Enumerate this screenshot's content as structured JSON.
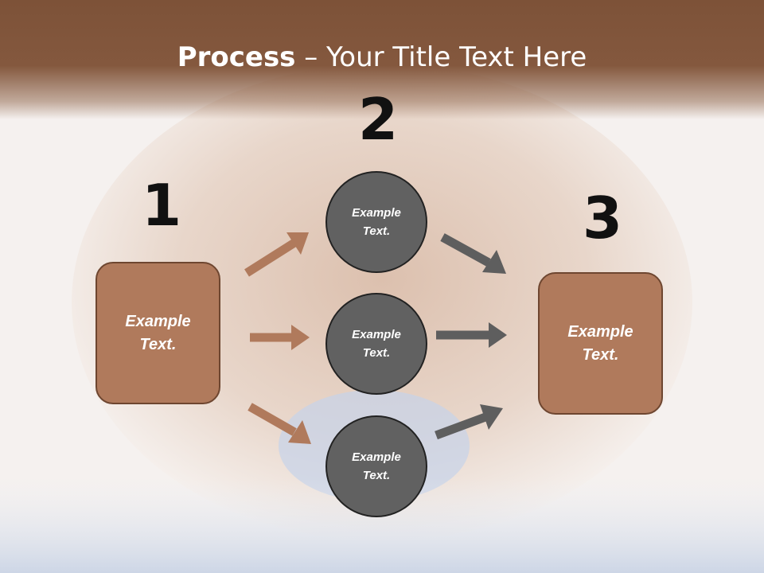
{
  "slide": {
    "title_bold": "Process",
    "title_rest": " – Your Title Text Here"
  },
  "steps": {
    "number_1": "1",
    "number_2": "2",
    "number_3": "3"
  },
  "nodes": {
    "left_box": {
      "line1": "Example",
      "line2": "Text."
    },
    "circle_top": {
      "line1": "Example",
      "line2": "Text."
    },
    "circle_middle": {
      "line1": "Example",
      "line2": "Text."
    },
    "circle_bottom": {
      "line1": "Example",
      "line2": "Text."
    },
    "right_box": {
      "line1": "Example",
      "line2": "Text."
    }
  },
  "colors": {
    "header": "#84583e",
    "box_fill": "#b07a5c",
    "box_border": "#6e4630",
    "circle_fill": "#616161",
    "left_arrows": "#b07a5c",
    "right_arrows": "#5e5e5e"
  }
}
